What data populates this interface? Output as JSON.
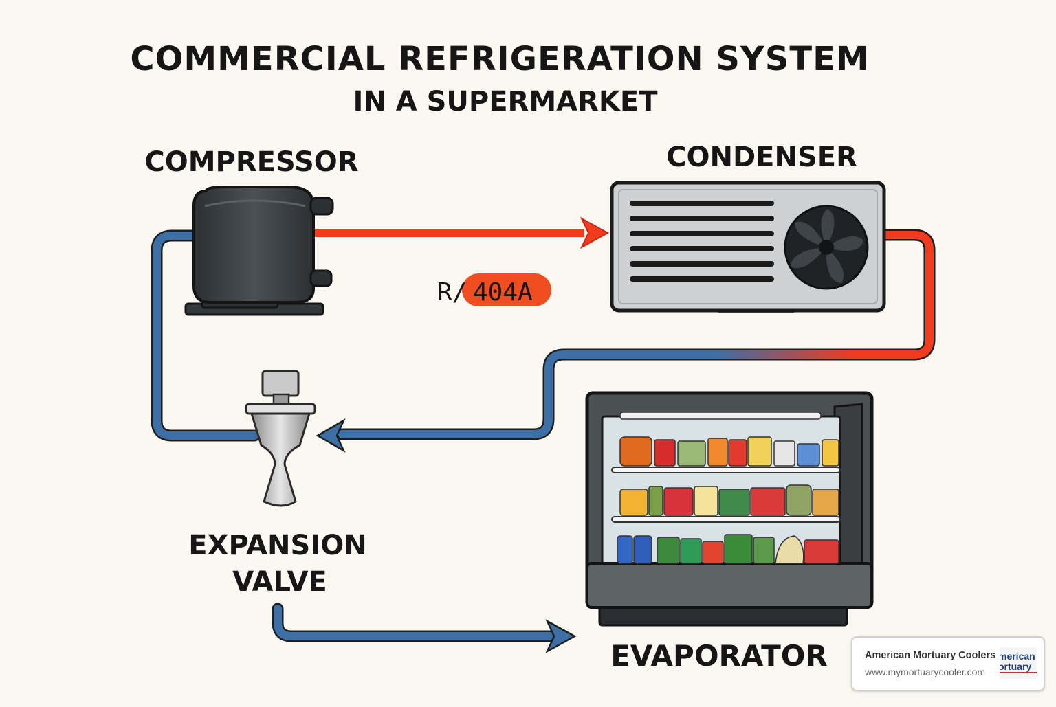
{
  "title": {
    "line1": "COMMERCIAL REFRIGERATION SYSTEM",
    "line2": "IN A SUPERMARKET"
  },
  "components": {
    "compressor": "COMPRESSOR",
    "condenser": "CONDENSER",
    "expansion_valve_line1": "EXPANSION",
    "expansion_valve_line2": "VALVE",
    "evaporator": "EVAPORATOR"
  },
  "refrigerant": {
    "prefix": "R/",
    "label": "404A"
  },
  "colors": {
    "hot_line": "#f23a1f",
    "cold_line": "#3b6fa5",
    "refrigerant_tag": "#f04d20",
    "background": "#fbf8f2"
  },
  "brand": {
    "name": "American Mortuary Coolers",
    "url": "www.mymortuarycooler.com",
    "logo_line1": "merican",
    "logo_line2": "ortuary"
  }
}
